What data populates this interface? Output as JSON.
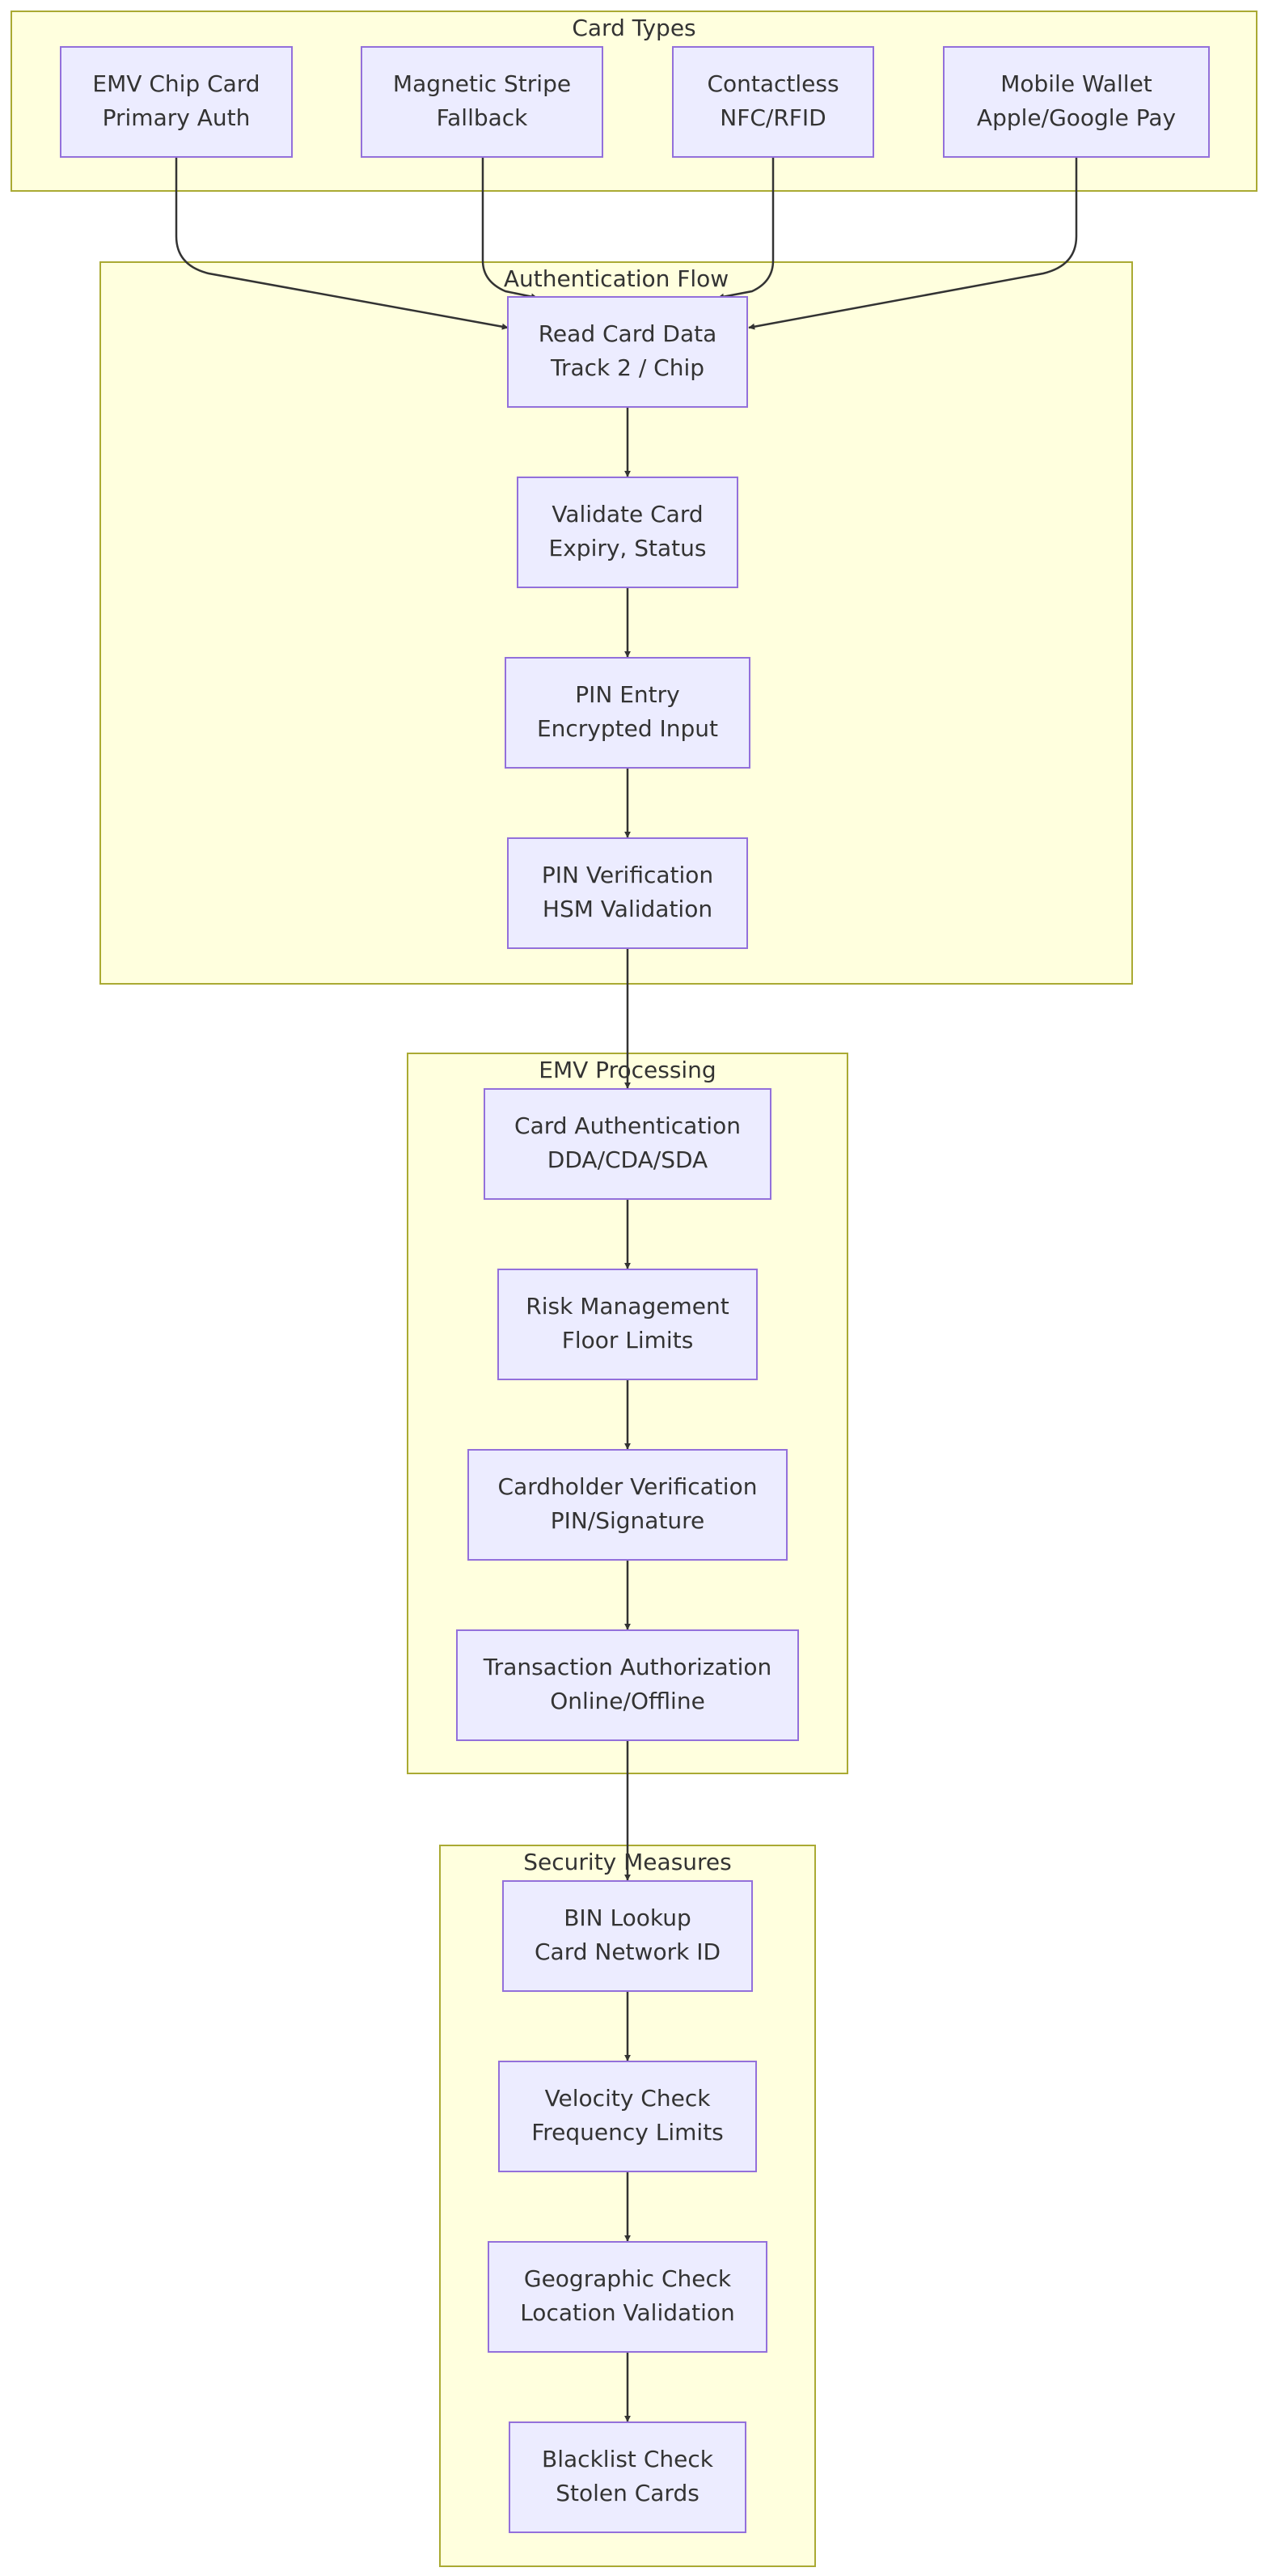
{
  "clusters": {
    "card_types": {
      "title": "Card Types"
    },
    "auth_flow": {
      "title": "Authentication Flow"
    },
    "emv_processing": {
      "title": "EMV Processing"
    },
    "security": {
      "title": "Security Measures"
    }
  },
  "nodes": {
    "emv_chip": {
      "line1": "EMV Chip Card",
      "line2": "Primary Auth"
    },
    "mag_stripe": {
      "line1": "Magnetic Stripe",
      "line2": "Fallback"
    },
    "contactless": {
      "line1": "Contactless",
      "line2": "NFC/RFID"
    },
    "mobile_wallet": {
      "line1": "Mobile Wallet",
      "line2": "Apple/Google Pay"
    },
    "read_card": {
      "line1": "Read Card Data",
      "line2": "Track 2 / Chip"
    },
    "validate_card": {
      "line1": "Validate Card",
      "line2": "Expiry, Status"
    },
    "pin_entry": {
      "line1": "PIN Entry",
      "line2": "Encrypted Input"
    },
    "pin_verify": {
      "line1": "PIN Verification",
      "line2": "HSM Validation"
    },
    "card_auth": {
      "line1": "Card Authentication",
      "line2": "DDA/CDA/SDA"
    },
    "risk_mgmt": {
      "line1": "Risk Management",
      "line2": "Floor Limits"
    },
    "cardholder_verify": {
      "line1": "Cardholder Verification",
      "line2": "PIN/Signature"
    },
    "txn_auth": {
      "line1": "Transaction Authorization",
      "line2": "Online/Offline"
    },
    "bin_lookup": {
      "line1": "BIN Lookup",
      "line2": "Card Network ID"
    },
    "velocity": {
      "line1": "Velocity Check",
      "line2": "Frequency Limits"
    },
    "geo_check": {
      "line1": "Geographic Check",
      "line2": "Location Validation"
    },
    "blacklist": {
      "line1": "Blacklist Check",
      "line2": "Stolen Cards"
    }
  },
  "edges": [
    {
      "from": "emv_chip",
      "to": "read_card"
    },
    {
      "from": "mag_stripe",
      "to": "read_card"
    },
    {
      "from": "contactless",
      "to": "read_card"
    },
    {
      "from": "mobile_wallet",
      "to": "read_card"
    },
    {
      "from": "read_card",
      "to": "validate_card"
    },
    {
      "from": "validate_card",
      "to": "pin_entry"
    },
    {
      "from": "pin_entry",
      "to": "pin_verify"
    },
    {
      "from": "pin_verify",
      "to": "card_auth"
    },
    {
      "from": "card_auth",
      "to": "risk_mgmt"
    },
    {
      "from": "risk_mgmt",
      "to": "cardholder_verify"
    },
    {
      "from": "cardholder_verify",
      "to": "txn_auth"
    },
    {
      "from": "txn_auth",
      "to": "bin_lookup"
    },
    {
      "from": "bin_lookup",
      "to": "velocity"
    },
    {
      "from": "velocity",
      "to": "geo_check"
    },
    {
      "from": "geo_check",
      "to": "blacklist"
    }
  ]
}
